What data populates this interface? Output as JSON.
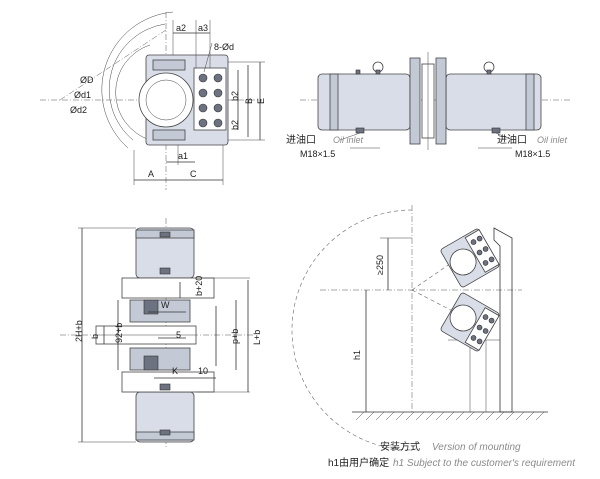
{
  "top_left": {
    "dims": {
      "a2": "a2",
      "a3": "a3",
      "hole": "8-Ød",
      "D": "ØD",
      "d1": "Ød1",
      "d2": "Ød2",
      "b2": "b2",
      "B": "B",
      "E": "E",
      "a1": "a1",
      "A": "A",
      "C": "C"
    }
  },
  "top_right": {
    "oil_left_cn": "进油口",
    "oil_left_en": "Oil inlet",
    "thread_left": "M18×1.5",
    "oil_right_cn": "进油口",
    "oil_right_en": "Oil inlet",
    "thread_right": "M18×1.5"
  },
  "bottom_left": {
    "dims": {
      "h2b": "2H+b",
      "b": "b",
      "v92b": "92+b",
      "W": "W",
      "b20": "b+20",
      "five": "5",
      "pb": "p+b",
      "Lb": "L+b",
      "K": "K",
      "ten": "10"
    }
  },
  "bottom_right": {
    "dims": {
      "v250": "≥250",
      "h1": "h1"
    },
    "caption_cn": "安装方式",
    "caption_en": "Version of mounting",
    "note_cn": "h1由用户确定",
    "note_en": "h1 Subject to the customer's requirement"
  },
  "colors": {
    "body": "#d9dde7",
    "body_dark": "#c4c9d6",
    "line": "#333333",
    "caption_en": "#8a8a8a"
  }
}
